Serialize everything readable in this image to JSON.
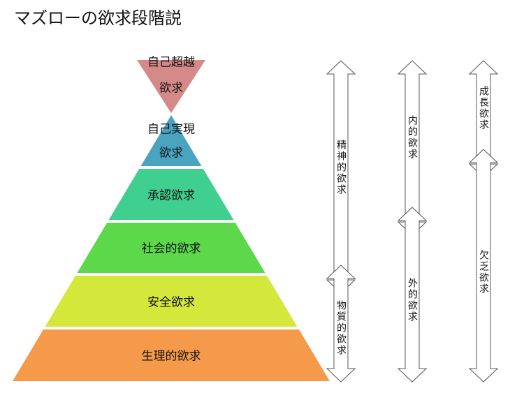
{
  "title": "マズローの欲求段階説",
  "pyramid": {
    "self_transcendence": {
      "line1": "自己超越",
      "line2": "欲求",
      "color": "#d48a88"
    },
    "levels": [
      {
        "line1": "自己実現",
        "line2": "欲求",
        "color": "#4aa3bf"
      },
      {
        "line1": "承認欲求",
        "color": "#3fd08f"
      },
      {
        "line1": "社会的欲求",
        "color": "#5cd84a"
      },
      {
        "line1": "安全欲求",
        "color": "#d4e83c"
      },
      {
        "line1": "生理的欲求",
        "color": "#f59a4a"
      }
    ]
  },
  "arrows": [
    {
      "upper": "精神的欲求",
      "lower": "物質的欲求"
    },
    {
      "upper": "内的欲求",
      "lower": "外的欲求"
    },
    {
      "upper": "成長欲求",
      "lower": "欠乏欲求"
    }
  ]
}
